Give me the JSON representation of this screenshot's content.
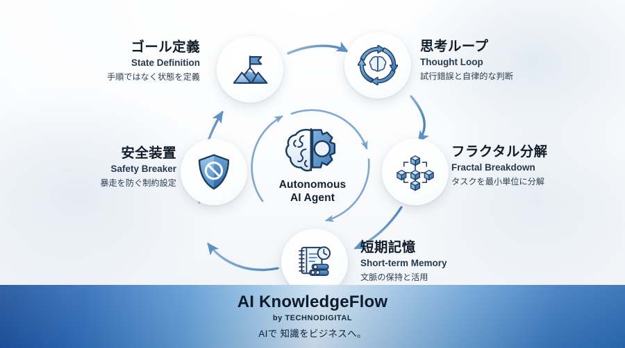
{
  "center": {
    "icon": "brain-gear-icon",
    "title_line1": "Autonomous",
    "title_line2": "AI Agent"
  },
  "nodes": [
    {
      "key": "goal",
      "icon": "mountain-flag-icon",
      "jp": "ゴール定義",
      "en": "State Definition",
      "sub": "手順ではなく状態を定義"
    },
    {
      "key": "loop",
      "icon": "brain-cycle-icon",
      "jp": "思考ループ",
      "en": "Thought Loop",
      "sub": "試行錯誤と自律的な判断"
    },
    {
      "key": "fractal",
      "icon": "cube-network-icon",
      "jp": "フラクタル分解",
      "en": "Fractal Breakdown",
      "sub": "タスクを最小単位に分解"
    },
    {
      "key": "memory",
      "icon": "notebook-clock-database-icon",
      "jp": "短期記憶",
      "en": "Short-term Memory",
      "sub": "文脈の保持と活用"
    },
    {
      "key": "safety",
      "icon": "shield-prohibit-icon",
      "jp": "安全装置",
      "en": "Safety Breaker",
      "sub": "暴走を防ぐ制約設定"
    }
  ],
  "banner": {
    "title": "AI KnowledgeFlow",
    "by": "by TECHNODIGITAL",
    "tagline": "AIで 知識をビジネスへ。"
  },
  "colors": {
    "accent_deep": "#1b4f9c",
    "accent_mid": "#3b79bf",
    "accent_light": "#a9cbe8",
    "arrow": "#6e9fc8",
    "icon_dark": "#1d3a5f",
    "icon_mid": "#4a8cc9",
    "icon_light": "#cfe2f3",
    "text_dark": "#121d2a"
  }
}
